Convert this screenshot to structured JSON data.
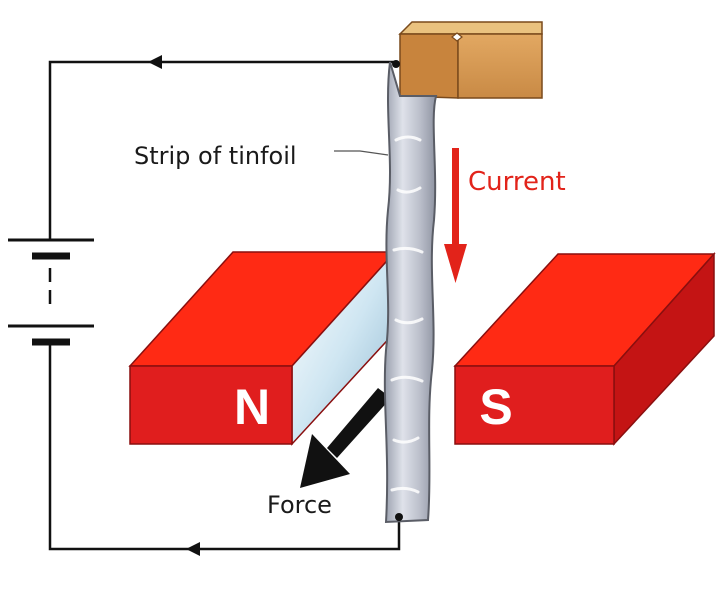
{
  "labels": {
    "strip": "Strip of tinfoil",
    "current": "Current",
    "force": "Force",
    "north_pole": "N",
    "south_pole": "S"
  },
  "colors": {
    "magnet_front": "#e01e1e",
    "magnet_top": "#ff2a14",
    "magnet_side": "#c41414",
    "foil": "#c8cbd6",
    "foil_edge": "#5a5d66",
    "wire": "#111111",
    "current_arrow": "#e2231a",
    "force_arrow": "#111111",
    "wood": "#d9a05b",
    "wood_top": "#eac27f",
    "wood_side": "#c8843d"
  }
}
